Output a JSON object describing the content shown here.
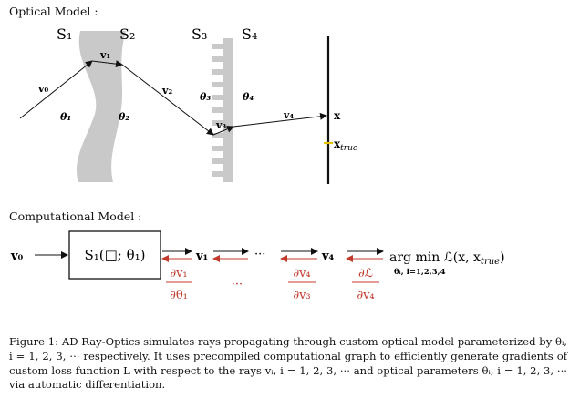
{
  "optical_model": {
    "heading": "Optical Model :",
    "surfaces": [
      "S₁",
      "S₂",
      "S₃",
      "S₄"
    ],
    "rays": [
      "v₀",
      "v₁",
      "v₂",
      "v₃",
      "v₄"
    ],
    "params": [
      "θ₁",
      "θ₂",
      "θ₃",
      "θ₄"
    ],
    "output_point": "x",
    "true_point": "x",
    "true_point_subscript": "true"
  },
  "computational_model": {
    "heading": "Computational Model :",
    "input_ray": "v₀",
    "box_label": "S₁(□; θ₁)",
    "output_ray_1": "v₁",
    "dots": "···",
    "output_ray_4": "v₄",
    "objective": "arg min ℒ(x, x",
    "objective_sub": "true",
    "objective_close": ")",
    "objective_under": "θᵢ, i=1,2,3,4",
    "grad1_num": "∂v₁",
    "grad1_den": "∂θ₁",
    "grad_mid_dots": "···",
    "grad2_num": "∂v₄",
    "grad2_den": "∂v₃",
    "grad3_num": "∂ℒ",
    "grad3_den": "∂v₄"
  },
  "caption": "Figure 1: AD Ray-Optics simulates rays propagating through custom optical model parameterized by θᵢ, i = 1, 2, 3, ··· respectively. It uses precompiled computational graph to efficiently generate gradients of custom loss function L with respect to the rays vᵢ, i = 1, 2, 3, ··· and optical parameters θᵢ, i = 1, 2, 3, ··· via automatic differentiation.",
  "colors": {
    "lens": "#c9c9c9",
    "gradient": "#c0392b",
    "ink": "#111111",
    "true_marker": "#e6c200"
  }
}
